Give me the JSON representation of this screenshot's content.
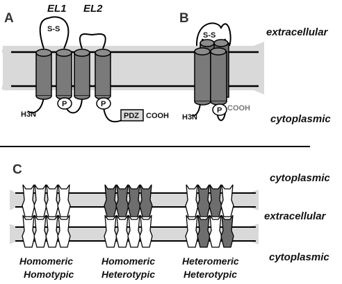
{
  "panels": {
    "a": "A",
    "b": "B",
    "c": "C"
  },
  "panel_a": {
    "loop1": "EL1",
    "loop2": "EL2",
    "disulfide": "S-S",
    "n_terminus": "H3N",
    "phospho": "P",
    "domain": "PDZ",
    "c_terminus": "COOH"
  },
  "panel_b": {
    "disulfide": "S-S",
    "n_terminus": "H3N",
    "phospho": "P",
    "c_terminus": "COOH"
  },
  "regions": {
    "top_extracellular": "extracellular",
    "top_cytoplasmic": "cytoplasmic",
    "c_cytoplasmic_top": "cytoplasmic",
    "c_extracellular": "extracellular",
    "c_cytoplasmic_bottom": "cytoplasmic"
  },
  "captions": {
    "homomeric_homotypic": [
      "Homomeric",
      "Homotypic"
    ],
    "homomeric_heterotypic": [
      "Homomeric",
      "Heterotypic"
    ],
    "heteromeric_heterotypic": [
      "Heteromeric",
      "Heterotypic"
    ]
  },
  "colors": {
    "membrane": "#d9d9d9",
    "helix": "#7a7a7a",
    "dark_subunit": "#6e6e6e",
    "light_subunit": "#ffffff",
    "line": "#000000"
  }
}
